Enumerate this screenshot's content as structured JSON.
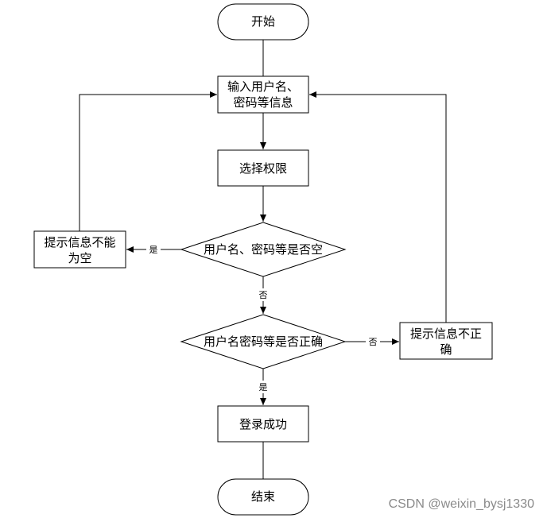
{
  "nodes": {
    "start": "开始",
    "input_line1": "输入用户名、",
    "input_line2": "密码等信息",
    "select_role": "选择权限",
    "check_empty": "用户名、密码等是否空",
    "msg_empty_line1": "提示信息不能",
    "msg_empty_line2": "为空",
    "check_correct": "用户名密码等是否正确",
    "msg_wrong_line1": "提示信息不正",
    "msg_wrong_line2": "确",
    "login_success": "登录成功",
    "end": "结束"
  },
  "edges": {
    "empty_yes": "是",
    "empty_no": "否",
    "correct_no": "否",
    "correct_yes": "是"
  },
  "watermark": "CSDN @weixin_bysj1330"
}
